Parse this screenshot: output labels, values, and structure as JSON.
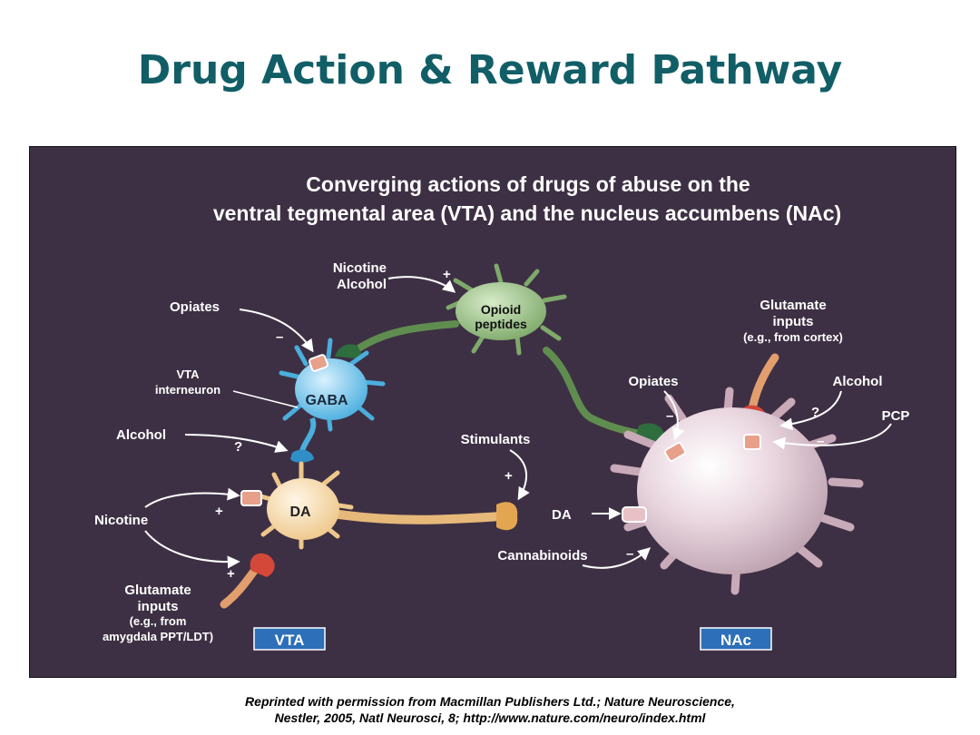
{
  "slide_title": "Drug Action & Reward Pathway",
  "figure": {
    "title_line1": "Converging actions of drugs of abuse on the",
    "title_line2": "ventral tegmental area (VTA) and the nucleus accumbens (NAc)",
    "labels": {
      "nicotine_top": "Nicotine",
      "alcohol_top": "Alcohol",
      "opioid_line1": "Opioid",
      "opioid_line2": "peptides",
      "opiates_left": "Opiates",
      "vta_interneuron_line1": "VTA",
      "vta_interneuron_line2": "interneuron",
      "gaba": "GABA",
      "alcohol_left": "Alcohol",
      "nicotine_left": "Nicotine",
      "da_cell": "DA",
      "glutamate_left_line1": "Glutamate",
      "glutamate_left_line2": "inputs",
      "glutamate_left_line3": "(e.g., from",
      "glutamate_left_line4": "amygdala PPT/LDT)",
      "stimulants": "Stimulants",
      "da_arrow": "DA",
      "cannabinoids": "Cannabinoids",
      "opiates_right": "Opiates",
      "glutamate_right_line1": "Glutamate",
      "glutamate_right_line2": "inputs",
      "glutamate_right_line3": "(e.g., from cortex)",
      "alcohol_right": "Alcohol",
      "pcp": "PCP"
    },
    "signs": {
      "plus": "+",
      "minus": "–",
      "question": "?"
    },
    "region_badges": {
      "vta": "VTA",
      "nac": "NAc"
    }
  },
  "caption": {
    "line1": "Reprinted with permission from Macmillan Publishers Ltd.; Nature Neuroscience,",
    "line2": "Nestler, 2005, Natl Neurosci, 8; http://www.nature.com/neuro/index.html"
  },
  "colors": {
    "title": "#115e67",
    "panel_bg": "#3e3044",
    "gaba_cell": "#5cb8e4",
    "da_cell": "#f5d6a0",
    "opioid_cell": "#8fb27a",
    "nac_cell": "#e8d2dc",
    "glutamate_terminal": "#d4483a",
    "badge": "#2d6fb8"
  }
}
